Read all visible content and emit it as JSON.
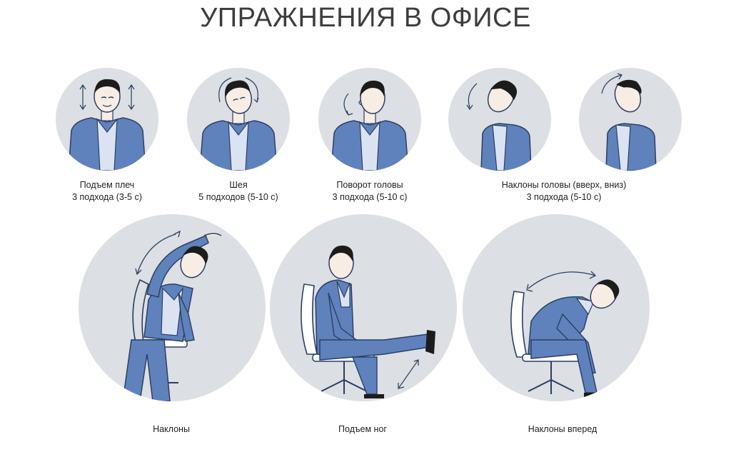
{
  "title": "УПРАЖНЕНИЯ В ОФИСЕ",
  "colors": {
    "suit": "#5f82bd",
    "suit_dark": "#3f5f94",
    "shirt": "#dbe3f3",
    "skin": "#f7ede4",
    "hair": "#1c1c1c",
    "circle": "#dcdfe3"
  },
  "exercises": [
    {
      "name": "Подъем плеч",
      "detail": "3 подхода (3-5 с)",
      "icon": "shoulder-raise-figure"
    },
    {
      "name": "Шея",
      "detail": "5 подходов (5-10 с)",
      "icon": "neck-rotation-figure"
    },
    {
      "name": "Поворот головы",
      "detail": "3 подхода (5-10 с)",
      "icon": "head-turn-figure"
    },
    {
      "name": "Наклоны головы (вверх, вниз)",
      "detail": "3 подхода (5-10 с)",
      "icon": "head-tilt-figure"
    },
    {
      "name": "Наклоны",
      "icon": "side-bend-figure"
    },
    {
      "name": "Подъем ног",
      "icon": "leg-raise-figure"
    },
    {
      "name": "Наклоны вперед",
      "icon": "forward-bend-figure"
    }
  ]
}
